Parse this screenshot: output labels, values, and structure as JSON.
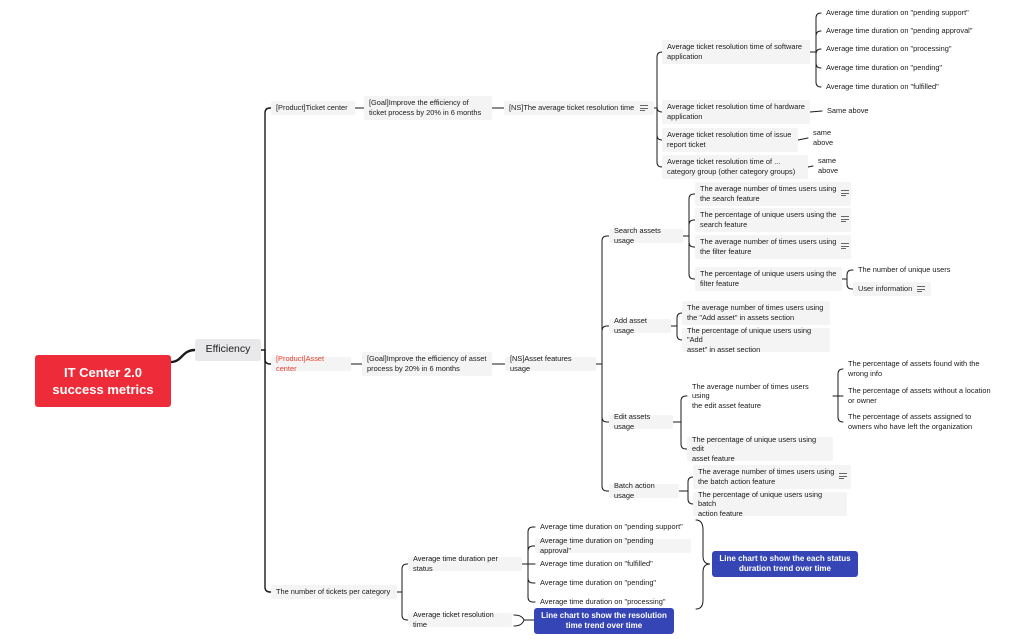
{
  "root": {
    "label": "IT Center 2.0\nsuccess metrics"
  },
  "branch": {
    "label": "Efficiency"
  },
  "ticket": {
    "product": "[Product]Ticket center",
    "goal": "[Goal]Improve the efficiency of\nticket process by 20% in 6 months",
    "ns": "[NS]The average ticket resolution time",
    "software": "Average ticket resolution time of software\napplication",
    "statuses": [
      "Average time duration on \"pending support\"",
      "Average time duration on \"pending approval\"",
      "Average time duration on \"processing\"",
      "Average time duration on \"pending\"",
      "Average time duration on \"fulfilled\""
    ],
    "hardware": "Average ticket resolution time of hardware\napplication",
    "hardware_note": "Same above",
    "issue": "Average ticket resolution time of issue\nreport ticket",
    "issue_note": "same above",
    "other": "Average ticket resolution time of ...\ncategory group (other category groups)",
    "other_note": "same above"
  },
  "asset": {
    "product": "[Product]Asset center",
    "goal": "[Goal]Improve the efficiency of asset\nprocess by 20% in 6 months",
    "ns": "[NS]Asset features usage",
    "search": {
      "label": "Search assets usage",
      "items": [
        "The average number of times users using\nthe search feature",
        "The percentage of unique users using the\nsearch feature",
        "The average number of times users using\nthe filter feature",
        "The percentage of unique users using the\nfilter feature"
      ],
      "filter_children": [
        "The number of unique users",
        "User information"
      ]
    },
    "add": {
      "label": "Add asset usage",
      "items": [
        "The average number of times users using\nthe \"Add asset\" in assets section",
        "The percentage of unique users using \"Add\nasset\" in asset section"
      ]
    },
    "edit": {
      "label": "Edit assets usage",
      "items": [
        "The average number of times users using\nthe edit asset feature",
        "The percentage of unique users using edit\nasset feature"
      ],
      "edit_children": [
        "The percentage of assets found with the\nwrong info",
        "The percentage of assets without a location\nor owner",
        "The percentage of assets assigned to\nowners who have left the organization"
      ]
    },
    "batch": {
      "label": "Batch action usage",
      "items": [
        "The average number of times users using\nthe batch action feature",
        "The percentage of unique users using batch\naction feature"
      ]
    }
  },
  "category": {
    "label": "The number of tickets per category",
    "per_status": "Average time duration per status",
    "statuses": [
      "Average time duration on \"pending support\"",
      "Average time duration on \"pending approval\"",
      "Average time duration on \"fulfilled\"",
      "Average time duration on \"pending\"",
      "Average time duration on \"processing\""
    ],
    "status_callout": "Line chart to show the each status\nduration trend over time",
    "resolution": "Average ticket resolution time",
    "resolution_callout": "Line chart to show the resolution\ntime trend over time"
  },
  "colors": {
    "root": "#ee2b38",
    "callout": "#3545b5",
    "line": "#1a1a1a",
    "highlight": "#e8402f"
  }
}
